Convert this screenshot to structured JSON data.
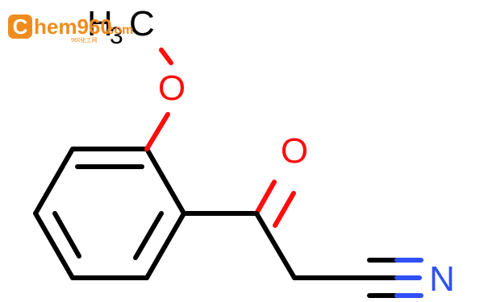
{
  "watermark": {
    "logo_letter": "C",
    "brand_text": "hem960",
    "tld": ".com",
    "caption": "960化工网",
    "accent_color": "#f08c1e"
  },
  "molecule": {
    "atoms": {
      "methyl_h": "H",
      "methyl_sub": "3",
      "methyl_c": "C",
      "ether_o": "O",
      "carbonyl_o": "O",
      "nitrile_n": "N"
    },
    "colors": {
      "carbon": "#000000",
      "oxygen": "#ff0d0d",
      "nitrogen": "#3050f8"
    }
  }
}
